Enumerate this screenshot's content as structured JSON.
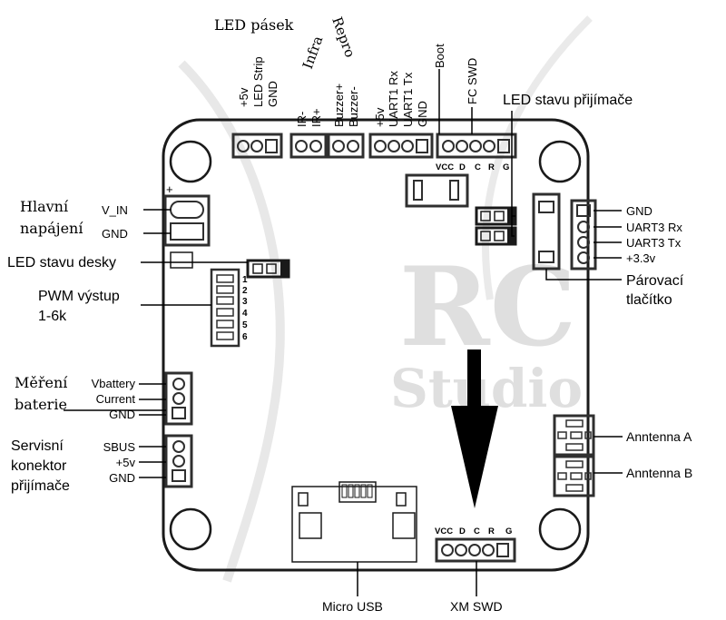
{
  "watermark": {
    "line1": "RC",
    "line2": "Studio",
    "color": "#d9d9d9"
  },
  "colors": {
    "ink": "#000000",
    "board": "#1a1a1a",
    "connector": "#2f2f2f",
    "paper": "#ffffff"
  },
  "top": {
    "led_pasek": {
      "title": "LED pásek",
      "pins": [
        "+5v",
        "LED Strip",
        "GND"
      ]
    },
    "infra": {
      "title": "Infra",
      "pins": [
        "IR-",
        "IR+"
      ]
    },
    "repro": {
      "title": "Repro",
      "pins": [
        "Buzzer+",
        "Buzzer-"
      ]
    },
    "uart1": {
      "pins": [
        "+5v",
        "UART1 Rx",
        "UART1 Tx",
        "GND"
      ]
    },
    "boot": "Boot",
    "fc_swd": "FC SWD",
    "swd_pins": [
      "VCC",
      "D",
      "C",
      "R",
      "G"
    ]
  },
  "receiver_led": "LED stavu přijímače",
  "left": {
    "power": {
      "title": [
        "Hlavní",
        "napájení"
      ],
      "pins": [
        "V_IN",
        "GND"
      ],
      "plus": "+"
    },
    "board_led": "LED stavu desky",
    "pwm": {
      "title": [
        "PWM výstup",
        "1-6k"
      ],
      "numbers": [
        "1",
        "2",
        "3",
        "4",
        "5",
        "6"
      ]
    },
    "battery": {
      "title": [
        "Měření",
        "baterie"
      ],
      "pins": [
        "Vbattery",
        "Current",
        "GND"
      ]
    },
    "service": {
      "title": [
        "Servisní",
        "konektor",
        "přijímače"
      ],
      "pins": [
        "SBUS",
        "+5v",
        "GND"
      ]
    }
  },
  "right": {
    "uart3": {
      "pins": [
        "GND",
        "UART3 Rx",
        "UART3 Tx",
        "+3.3v"
      ]
    },
    "pairing": [
      "Párovací",
      "tlačítko"
    ],
    "antenna_a": "Anntenna A",
    "antenna_b": "Anntenna B"
  },
  "bottom": {
    "micro_usb": "Micro USB",
    "xm_swd": "XM SWD",
    "swd_pins": [
      "VCC",
      "D",
      "C",
      "R",
      "G"
    ]
  }
}
